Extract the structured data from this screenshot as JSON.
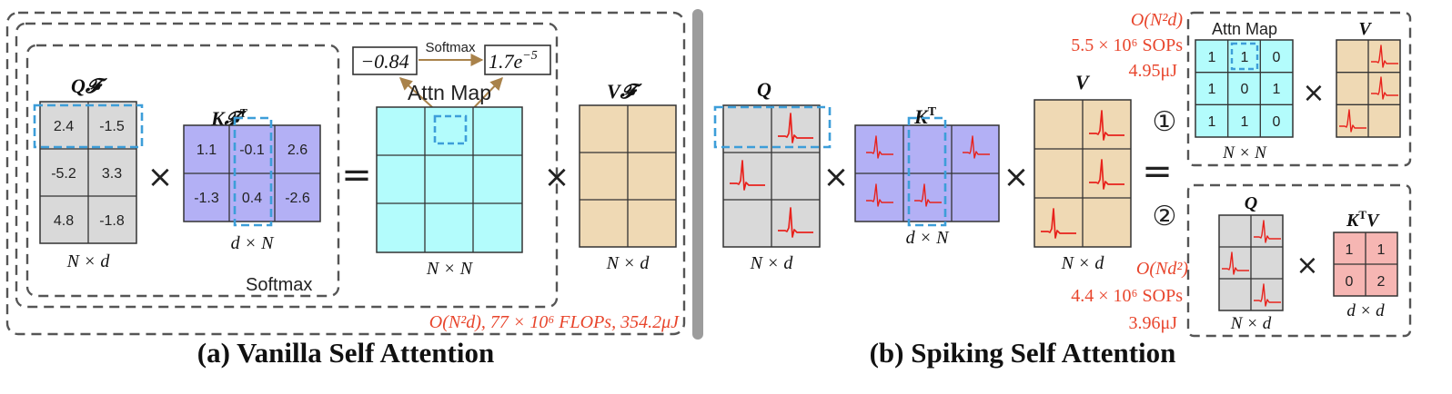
{
  "vanilla": {
    "caption": "(a) Vanilla Self Attention",
    "q_label": "Q𝓕",
    "q_values": [
      "2.4",
      "-1.5",
      "-5.2",
      "3.3",
      "4.8",
      "-1.8"
    ],
    "q_dim": "N × d",
    "k_label": "K𝓕",
    "k_sup": "T",
    "k_values": [
      "1.1",
      "-0.1",
      "2.6",
      "-1.3",
      "0.4",
      "-2.6"
    ],
    "k_dim": "d × N",
    "attn_label": "Attn Map",
    "attn_dim": "N × N",
    "v_label": "V𝓕",
    "v_dim": "N × d",
    "softmax_label": "Softmax",
    "softmax_arrow_label": "Softmax",
    "pre_value": "−0.84",
    "post_value": "1.7e",
    "post_exp": "−5",
    "cost": "O(N²d),  77 × 10⁶ FLOPs,  354.2μJ"
  },
  "spiking": {
    "caption": "(b) Spiking Self Attention",
    "q_label": "Q",
    "q_dim": "N × d",
    "k_label": "K",
    "k_sup": "T",
    "k_dim": "d × N",
    "v_label": "V",
    "v_dim": "N × d",
    "path1_marker": "①",
    "path2_marker": "②",
    "path1_cost": [
      "O(N²d)",
      "5.5 × 10⁶ SOPs",
      "4.95μJ"
    ],
    "path2_cost": [
      "O(Nd²)",
      "4.4 × 10⁶ SOPs",
      "3.96μJ"
    ],
    "attn_label": "Attn Map",
    "attn_values": [
      "1",
      "1",
      "0",
      "1",
      "0",
      "1",
      "1",
      "1",
      "0"
    ],
    "attn_dim": "N × N",
    "v2_label": "V",
    "q2_label": "Q",
    "q2_dim": "N × d",
    "ktv_label": "K",
    "ktv_sup": "T",
    "ktv_label2": "V",
    "ktv_values": [
      "1",
      "1",
      "0",
      "2"
    ],
    "ktv_dim": "d × d"
  },
  "operators": {
    "times": "×",
    "equals": "="
  },
  "colors": {
    "gray_cell": "#d9d9d9",
    "purple_cell": "#b3b0f5",
    "cyan_cell": "#b3fcfc",
    "tan_cell": "#efd9b4",
    "pink_cell": "#f6b6b3",
    "dash_blue": "#3d9ed9",
    "spike_red": "#e8221c",
    "cost_red": "#e8452c",
    "divider": "#9c9c9c",
    "arrow_brown": "#a9824a"
  }
}
